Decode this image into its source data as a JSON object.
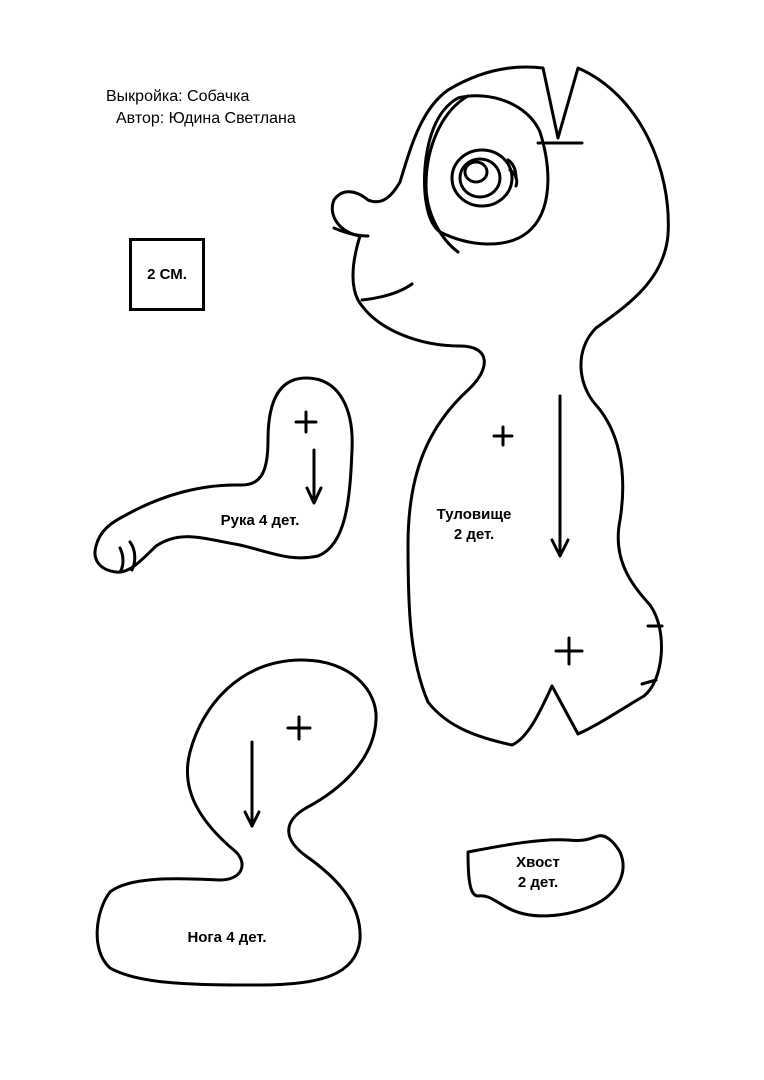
{
  "header": {
    "title": "Выкройка: Собачка",
    "author": "Автор: Юдина Светлана"
  },
  "scale": {
    "label": "2 СМ."
  },
  "parts": {
    "body": {
      "name": "Туловище",
      "count": "2 дет."
    },
    "arm": {
      "label": "Рука 4 дет."
    },
    "leg": {
      "label": "Нога 4 дет."
    },
    "tail": {
      "name": "Хвост",
      "count": "2 дет."
    }
  },
  "colors": {
    "stroke": "#000000",
    "background": "#ffffff"
  }
}
